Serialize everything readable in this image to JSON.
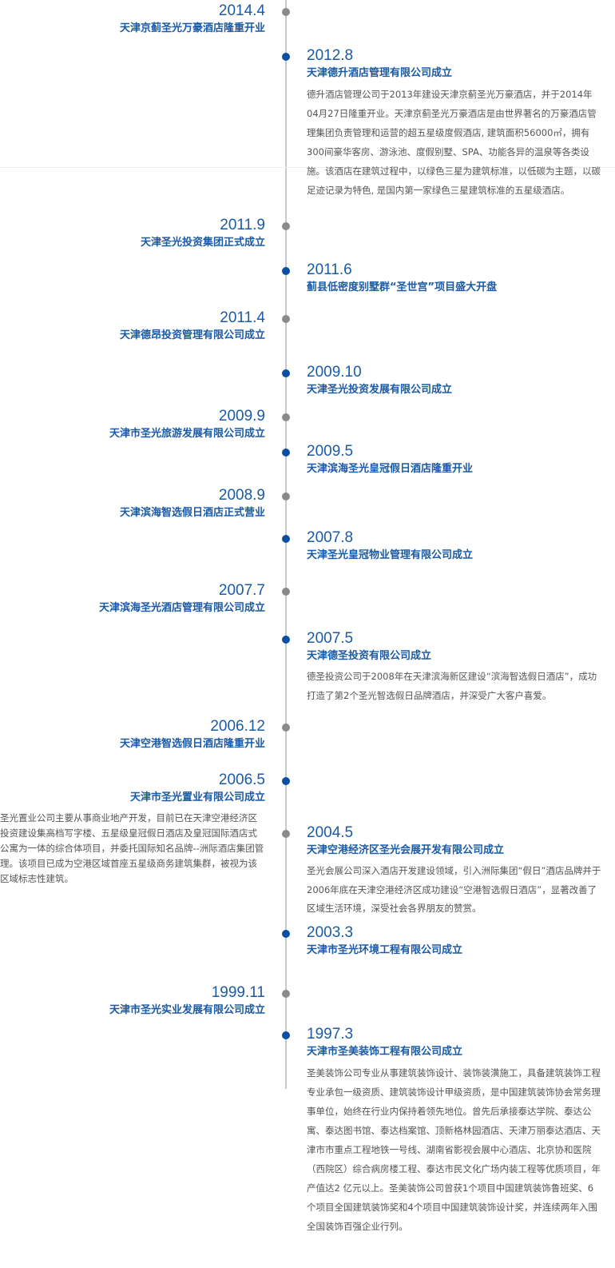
{
  "colors": {
    "accent": "#1a5aa6",
    "dot_blue": "#0b4fa0",
    "dot_gray": "#8a8a8a",
    "line": "#c8c8c8"
  },
  "timeline": [
    {
      "side": "left",
      "dot": "gray",
      "date": "2014.4",
      "title": "天津京蓟圣光万豪酒店隆重开业"
    },
    {
      "side": "right",
      "dot": "blue",
      "date": "2012.8",
      "title": "天津德升酒店管理有限公司成立",
      "body": "德升酒店管理公司于2013年建设天津京蓟圣光万豪酒店，并于2014年04月27日隆重开业。天津京蓟圣光万豪酒店是由世界著名的万豪酒店管理集团负责管理和运营的超五星级度假酒店, 建筑面积56000㎡，拥有300间豪华客房、游泳池、度假别墅、SPA、功能各异的温泉等各类设施。该酒店在建筑过程中，以绿色三星为建筑标准，以低碳为主题，以碳足迹记录为特色, 是国内第一家绿色三星建筑标准的五星级酒店。"
    },
    {
      "side": "left",
      "dot": "gray",
      "date": "2011.9",
      "title": "天津圣光投资集团正式成立"
    },
    {
      "side": "right",
      "dot": "blue",
      "date": "2011.6",
      "title": "蓟县低密度别墅群“圣世宫”项目盛大开盘"
    },
    {
      "side": "left",
      "dot": "gray",
      "date": "2011.4",
      "title": "天津德昂投资管理有限公司成立"
    },
    {
      "side": "right",
      "dot": "blue",
      "date": "2009.10",
      "title": "天津圣光投资发展有限公司成立"
    },
    {
      "side": "left",
      "dot": "gray",
      "date": "2009.9",
      "title": "天津市圣光旅游发展有限公司成立"
    },
    {
      "side": "right",
      "dot": "blue",
      "date": "2009.5",
      "title": "天津滨海圣光皇冠假日酒店隆重开业"
    },
    {
      "side": "left",
      "dot": "gray",
      "date": "2008.9",
      "title": "天津滨海智选假日酒店正式营业"
    },
    {
      "side": "right",
      "dot": "blue",
      "date": "2007.8",
      "title": "天津圣光皇冠物业管理有限公司成立"
    },
    {
      "side": "left",
      "dot": "gray",
      "date": "2007.7",
      "title": "天津滨海圣光酒店管理有限公司成立"
    },
    {
      "side": "right",
      "dot": "blue",
      "date": "2007.5",
      "title": "天津德圣投资有限公司成立",
      "body": "德圣投资公司于2008年在天津滨海新区建设“滨海智选假日酒店”，成功打造了第2个圣光智选假日品牌酒店，并深受广大客户喜爱。"
    },
    {
      "side": "left",
      "dot": "gray",
      "date": "2006.12",
      "title": "天津空港智选假日酒店隆重开业"
    },
    {
      "side": "left",
      "dot": "blue",
      "date": "2006.5",
      "title": "天津市圣光置业有限公司成立",
      "body": "圣光置业公司主要从事商业地产开发，目前已在天津空港经济区投资建设集高档写字楼、五星级皇冠假日酒店及皇冠国际酒店式公寓为一体的综合体项目，并委托国际知名品牌--洲际酒店集团管理。该项目已成为空港区域首座五星级商务建筑集群，被视为该区域标志性建筑。"
    },
    {
      "side": "right",
      "dot": "gray",
      "date": "2004.5",
      "title": "天津空港经济区圣光会展开发有限公司成立",
      "body": "圣光会展公司深入酒店开发建设领域，引入洲际集团“假日”酒店品牌并于2006年底在天津空港经济区成功建设“空港智选假日酒店”，显著改善了区域生活环境，深受社会各界朋友的赞赏。"
    },
    {
      "side": "right",
      "dot": "blue",
      "date": "2003.3",
      "title": "天津市圣光环境工程有限公司成立"
    },
    {
      "side": "left",
      "dot": "gray",
      "date": "1999.11",
      "title": "天津市圣光实业发展有限公司成立"
    },
    {
      "side": "right",
      "dot": "blue",
      "date": "1997.3",
      "title": "天津市圣美装饰工程有限公司成立",
      "body": "圣美装饰公司专业从事建筑装饰设计、装饰装潢施工，具备建筑装饰工程专业承包一级资质、建筑装饰设计甲级资质，是中国建筑装饰协会常务理事单位，始终在行业内保持着领先地位。曾先后承接泰达学院、泰达公寓、泰达图书馆、泰达档案馆、顶新格林园酒店、天津万丽泰达酒店、天津市市重点工程地铁一号线、湖南省影视会展中心酒店、北京协和医院（西院区）综合病房楼工程、泰达市民文化广场内装工程等优质项目，年产值达2 亿元以上。圣美装饰公司曾获1个项目中国建筑装饰鲁班奖、6个项目全国建筑装饰奖和4个项目中国建筑装饰设计奖，并连续两年入围全国装饰百强企业行列。"
    }
  ]
}
